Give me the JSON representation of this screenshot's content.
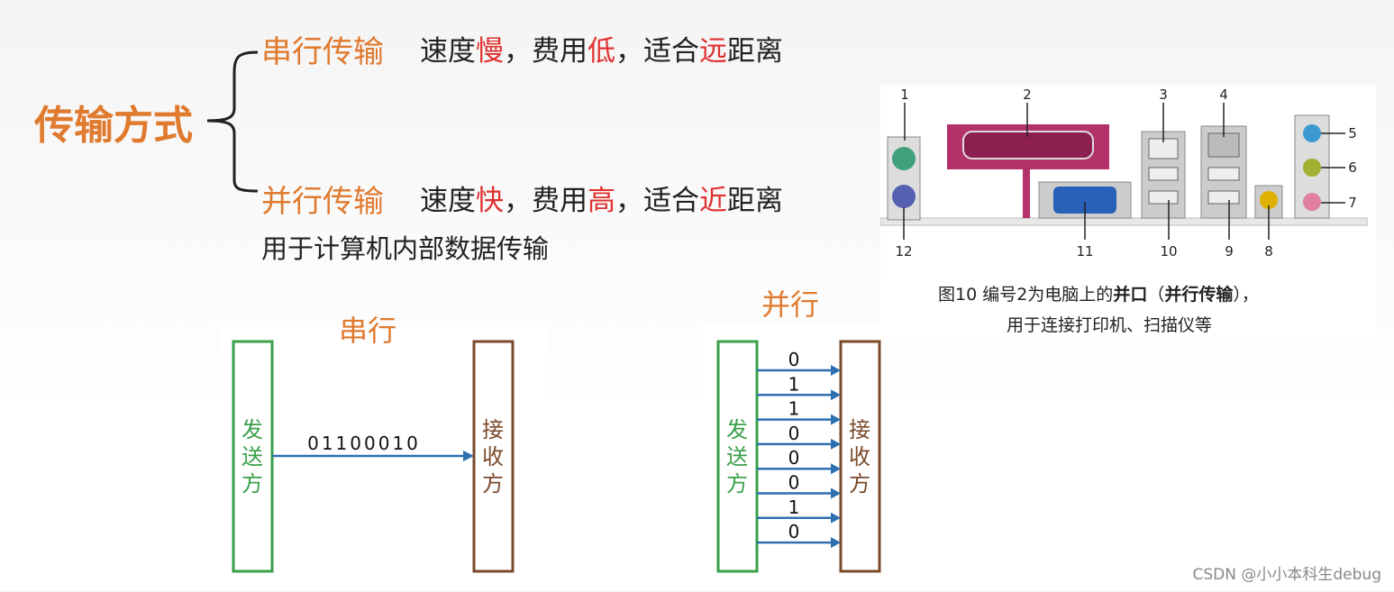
{
  "main_title": "传输方式",
  "serial": {
    "label": "串行传输",
    "desc": [
      {
        "text": "速度",
        "hl": false
      },
      {
        "text": "慢",
        "hl": true
      },
      {
        "text": "，费用",
        "hl": false
      },
      {
        "text": "低",
        "hl": true
      },
      {
        "text": "，适合",
        "hl": false
      },
      {
        "text": "远",
        "hl": true
      },
      {
        "text": "距离",
        "hl": false
      }
    ]
  },
  "parallel": {
    "label": "并行传输",
    "desc": [
      {
        "text": "速度",
        "hl": false
      },
      {
        "text": "快",
        "hl": true
      },
      {
        "text": "，费用",
        "hl": false
      },
      {
        "text": "高",
        "hl": true
      },
      {
        "text": "，适合",
        "hl": false
      },
      {
        "text": "近",
        "hl": true
      },
      {
        "text": "距离",
        "hl": false
      }
    ],
    "note": "用于计算机内部数据传输"
  },
  "serial_diagram": {
    "title": "串行",
    "sender": "发送方",
    "receiver": "接收方",
    "bits": "01100010"
  },
  "parallel_diagram": {
    "title": "并行",
    "sender": "发送方",
    "receiver": "接收方",
    "bits": [
      "0",
      "1",
      "1",
      "0",
      "0",
      "0",
      "1",
      "0"
    ]
  },
  "port_figure": {
    "numbers_top": [
      "1",
      "2",
      "3",
      "4"
    ],
    "numbers_right": [
      "5",
      "6",
      "7"
    ],
    "numbers_bottom": [
      "12",
      "11",
      "10",
      "9",
      "8"
    ],
    "caption_prefix": "图10  编号2为电脑上的",
    "caption_bold1": "并口",
    "caption_paren_open": "（",
    "caption_bold2": "并行传输",
    "caption_paren_close": "），",
    "caption_line2": "用于连接打印机、扫描仪等"
  },
  "colors": {
    "accent": "#e07a2f",
    "highlight": "#e03030",
    "sender_box": "#3aa04a",
    "receiver_box": "#7a4a2a",
    "arrow": "#2e6fb0"
  },
  "watermark": "CSDN @小小本科生debug"
}
